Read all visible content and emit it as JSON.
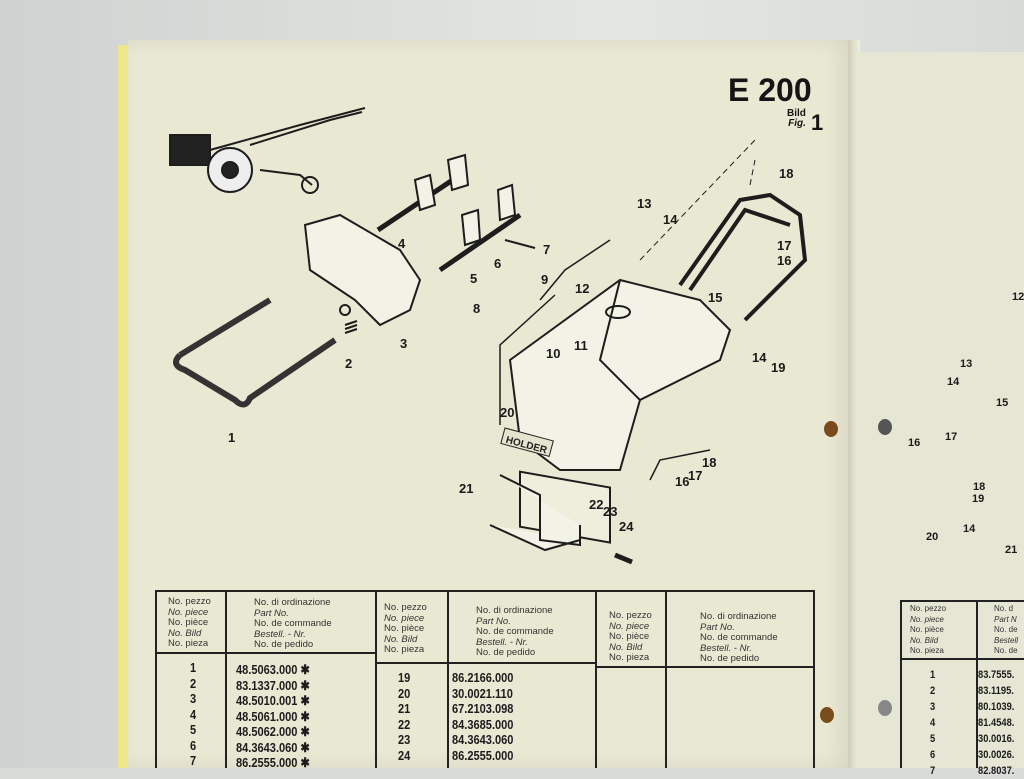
{
  "header": {
    "title": "E 200",
    "bild": "Bild",
    "fig_label": "Fig.",
    "fig_number": "1"
  },
  "diagram": {
    "callouts": [
      "1",
      "2",
      "3",
      "4",
      "5",
      "6",
      "7",
      "8",
      "9",
      "10",
      "11",
      "12",
      "13",
      "14",
      "15",
      "16",
      "17",
      "18",
      "19",
      "20",
      "21",
      "22",
      "23",
      "24"
    ],
    "badge_text": "HOLDER"
  },
  "table_header": {
    "left": [
      "No. pezzo",
      "No. piece",
      "No. pièce",
      "No. Bild",
      "No. pieza"
    ],
    "right": [
      "No. di ordinazione",
      "Part No.",
      "No. de commande",
      "Bestell. - Nr.",
      "No. de pedido"
    ]
  },
  "table_col1": {
    "items": [
      "1",
      "2",
      "3",
      "4",
      "5",
      "6",
      "7"
    ],
    "parts": [
      "48.5063.000 ✱",
      "83.1337.000 ✱",
      "48.5010.001 ✱",
      "48.5061.000 ✱",
      "48.5062.000 ✱",
      "84.3643.060 ✱",
      "86.2555.000 ✱"
    ]
  },
  "table_col2": {
    "items": [
      "19",
      "20",
      "21",
      "22",
      "23",
      "24"
    ],
    "parts": [
      "86.2166.000",
      "30.0021.110",
      "67.2103.098",
      "84.3685.000",
      "84.3643.060",
      "86.2555.000"
    ]
  },
  "next_page": {
    "callouts": [
      "12",
      "13",
      "14",
      "15",
      "16",
      "17",
      "18",
      "19",
      "14",
      "20",
      "21"
    ],
    "header_left": [
      "No. pezzo",
      "No. piece",
      "No. pièce",
      "No. Bild",
      "No. pieza"
    ],
    "header_right": [
      "No. d",
      "Part N",
      "No. de",
      "Bestell",
      "No. de"
    ],
    "items": [
      "1",
      "2",
      "3",
      "4",
      "5",
      "6",
      "7"
    ],
    "parts": [
      "83.7555.",
      "83.1195.",
      "80.1039.",
      "81.4548.",
      "30.0016.",
      "30.0026.",
      "82.8037."
    ]
  }
}
